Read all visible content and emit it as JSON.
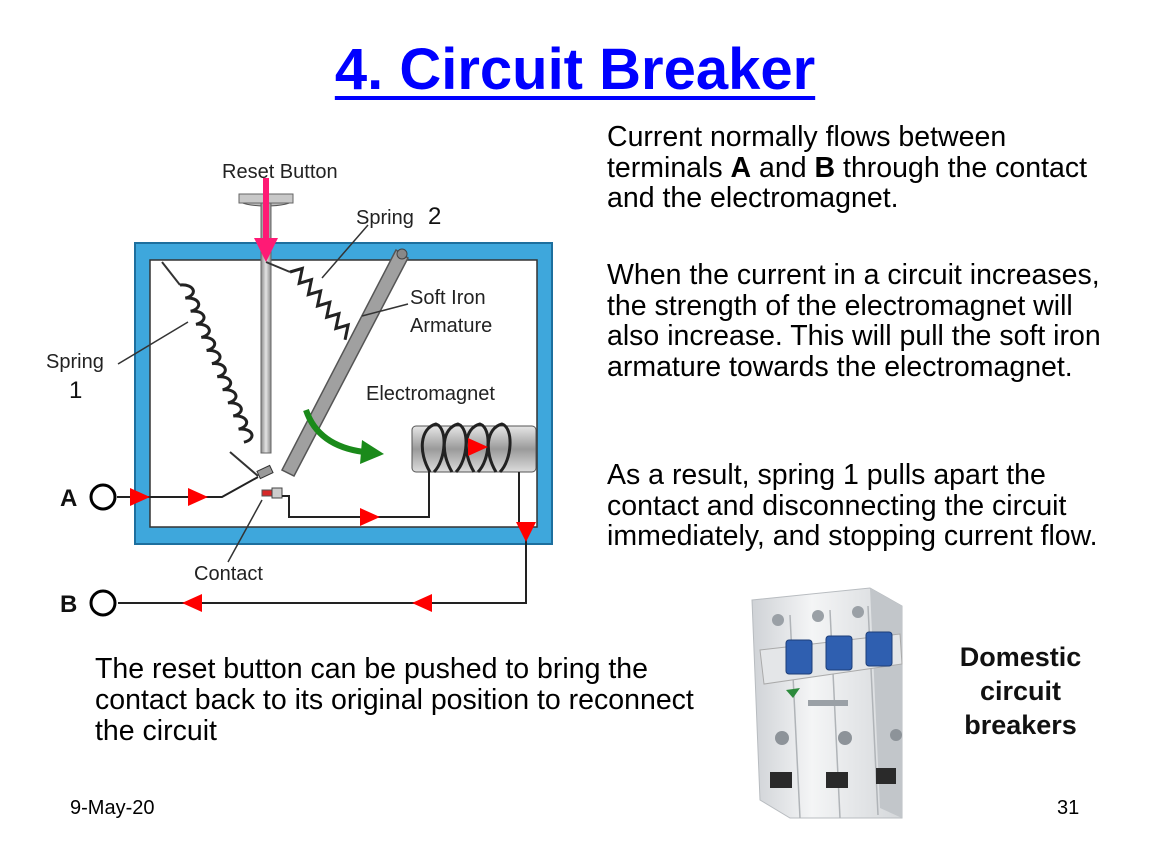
{
  "slide": {
    "title": "4. Circuit Breaker",
    "paragraph1": {
      "pre": "Current normally flows between terminals ",
      "a": "A",
      "mid": " and ",
      "b": "B",
      "post": " through the contact and the electromagnet."
    },
    "paragraph2": "When the current in a circuit increases, the strength of the electromagnet will also increase. This will pull the soft iron armature towards the electromagnet.",
    "paragraph3": "As a result, spring 1 pulls apart the contact and disconnecting the circuit immediately, and stopping current flow.",
    "reset_note": "The reset button can be pushed to bring the contact back to its original position to reconnect the circuit",
    "photo_caption": "Domestic circuit breakers",
    "footer_date": "9-May-20",
    "page_number": "31"
  },
  "diagram": {
    "labels": {
      "reset_button": "Reset Button",
      "spring": "Spring",
      "spring2_num": "2",
      "spring1": "Spring",
      "spring1_num": "1",
      "soft_iron": "Soft Iron",
      "armature": "Armature",
      "electromagnet": "Electromagnet",
      "contact": "Contact",
      "terminal_a": "A",
      "terminal_b": "B"
    },
    "colors": {
      "casing": "#3ea7dc",
      "current_arrow": "#ff0000",
      "reset_arrow": "#ff1a75",
      "armature_arrow": "#1a8a1a",
      "breaker_toggle": "#2f5fb0"
    }
  }
}
